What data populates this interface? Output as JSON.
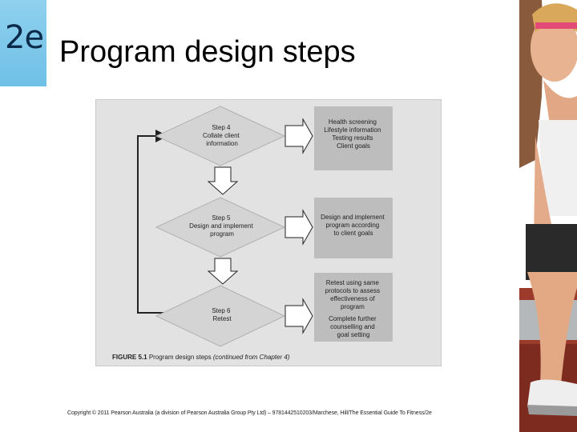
{
  "badge": {
    "text": "2e"
  },
  "title": "Program design steps",
  "figure": {
    "steps": [
      {
        "id": "step4",
        "lines": [
          "Step 4",
          "Collate client",
          "information"
        ]
      },
      {
        "id": "step5",
        "lines": [
          "Step 5",
          "Design and implement",
          "program"
        ]
      },
      {
        "id": "step6",
        "lines": [
          "Step 6",
          "Retest"
        ]
      }
    ],
    "outcomes": [
      {
        "id": "out4",
        "lines": [
          "Health screening",
          "Lifestyle information",
          "Testing results",
          "Client goals"
        ]
      },
      {
        "id": "out5",
        "lines": [
          "Design and implement",
          "program according",
          "to client goals"
        ]
      },
      {
        "id": "out6",
        "lines": [
          "Retest using same",
          "protocols to assess",
          "effectiveness of",
          "program",
          "Complete further",
          "counselling and",
          "goal setting"
        ]
      }
    ],
    "caption": {
      "label": "FIGURE 5.1",
      "text": "Program design steps",
      "note": "(continued from Chapter 4)"
    },
    "colors": {
      "shape_fill": "#d4d4d4",
      "shape_edge": "#b0b0b0",
      "background": "#e2e2e2",
      "arrow": "#222222"
    }
  },
  "footer": "Copyright © 2011 Pearson Australia (a division of Pearson Australia Group Pty Ltd) – 9781442510203/Marchese, Hill/The Essential Guide To Fitness/2e"
}
